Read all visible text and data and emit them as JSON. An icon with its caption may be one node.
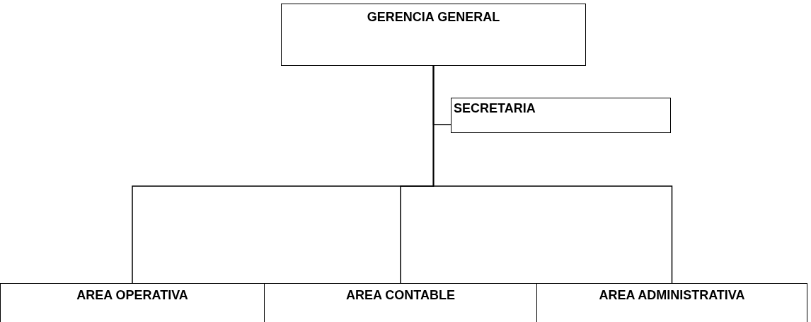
{
  "diagram": {
    "nodes": [
      {
        "text": [
          "GERENCIA GENERAL"
        ]
      },
      {
        "text": [
          "SECRETARIA"
        ]
      },
      {
        "text": [
          "AREA OPERATIVA"
        ]
      },
      {
        "text": [
          "AREA CONTABLE"
        ]
      },
      {
        "text": [
          "AREA ADMINISTRATIVA"
        ]
      }
    ],
    "edges": [
      {
        "from": 0,
        "to": 1,
        "arrow": "none"
      },
      {
        "from": 0,
        "to": 2,
        "arrow": "none"
      },
      {
        "from": 0,
        "to": 3,
        "arrow": "none"
      },
      {
        "from": 0,
        "to": 4,
        "arrow": "none"
      }
    ]
  }
}
